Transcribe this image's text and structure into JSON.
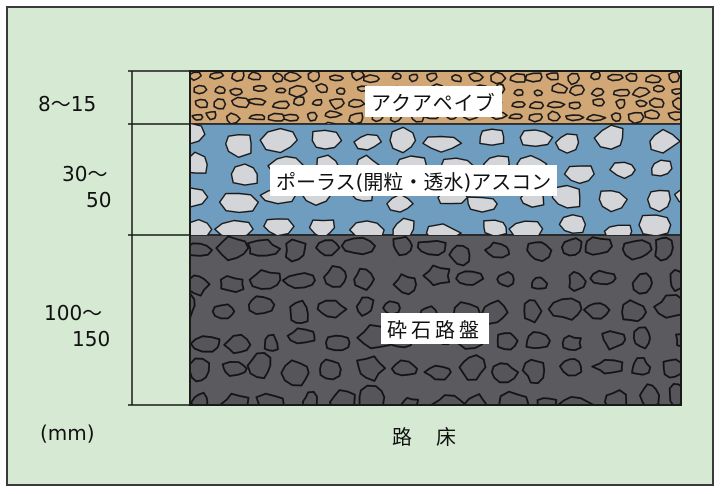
{
  "layers": [
    {
      "id": "surface",
      "label": "アクアペイブ",
      "thickness": "8〜15",
      "fill": "#d2a776",
      "stone_fill": "#d2a776"
    },
    {
      "id": "porous",
      "label": "ポーラス(開粒・透水)アスコン",
      "thickness_line1": "30〜",
      "thickness_line2": "50",
      "fill": "#6f9dc0",
      "stone_fill": "#d3d5d8"
    },
    {
      "id": "base",
      "label": "砕石路盤",
      "thickness_line1": "100〜",
      "thickness_line2": "150",
      "fill": "#5b5b5f",
      "stone_fill": "#55555a"
    }
  ],
  "unit": "(mm)",
  "subgrade": "路　床",
  "colors": {
    "background": "#d5e9d3",
    "outline": "#1a1a1a"
  }
}
